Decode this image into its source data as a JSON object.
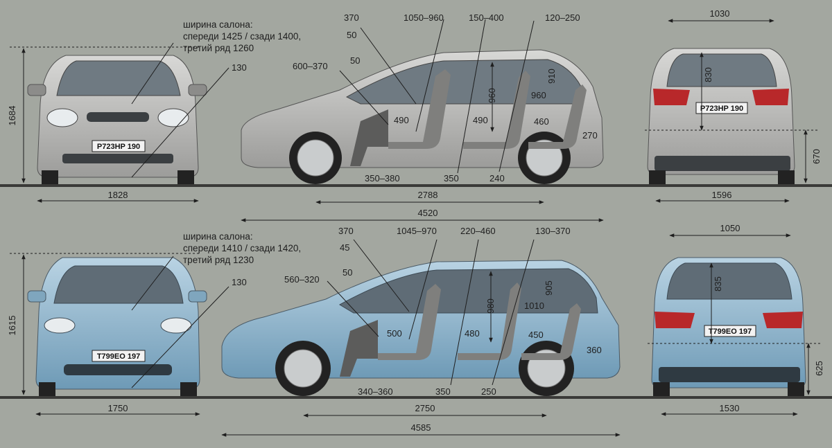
{
  "colors": {
    "background": "#a3a7a0",
    "ground": "#3a3a38",
    "car_top": "#c4c4c2",
    "car_bottom": "#89b3cc",
    "seat": "#7f7f7d"
  },
  "top": {
    "plate": "P723HP 190",
    "note_lines": [
      "ширина салона:",
      "спереди 1425 / сзади 1400,",
      "третий ряд 1260"
    ],
    "dims": {
      "height": "1684",
      "front_track": "1828",
      "mirror": "130",
      "rear_width": "1030",
      "rear_track": "1596",
      "sill": "670",
      "headroom_rear": "830",
      "length": "4520",
      "wheelbase": "2788",
      "d370": "370",
      "d50a": "50",
      "d50b": "50",
      "d600": "600–370",
      "d1050": "1050–960",
      "d150": "150–400",
      "d120": "120–250",
      "d910": "910",
      "d960a": "960",
      "d960b": "960",
      "d490a": "490",
      "d490b": "490",
      "d460": "460",
      "d270": "270",
      "d350_380": "350–380",
      "d350": "350",
      "d240": "240"
    }
  },
  "bottom": {
    "plate": "T799EO 197",
    "note_lines": [
      "ширина салона:",
      "спереди 1410 / сзади 1420,",
      "третий ряд 1230"
    ],
    "dims": {
      "height": "1615",
      "front_track": "1750",
      "mirror": "130",
      "rear_width": "1050",
      "rear_track": "1530",
      "sill": "625",
      "headroom_rear": "835",
      "length": "4585",
      "wheelbase": "2750",
      "d370": "370",
      "d45": "45",
      "d50": "50",
      "d560": "560–320",
      "d1045": "1045–970",
      "d220": "220–460",
      "d130": "130–370",
      "d905": "905",
      "d980": "980",
      "d1010": "1010",
      "d500": "500",
      "d480": "480",
      "d450": "450",
      "d360": "360",
      "d340_360": "340–360",
      "d350": "350",
      "d250": "250"
    }
  }
}
